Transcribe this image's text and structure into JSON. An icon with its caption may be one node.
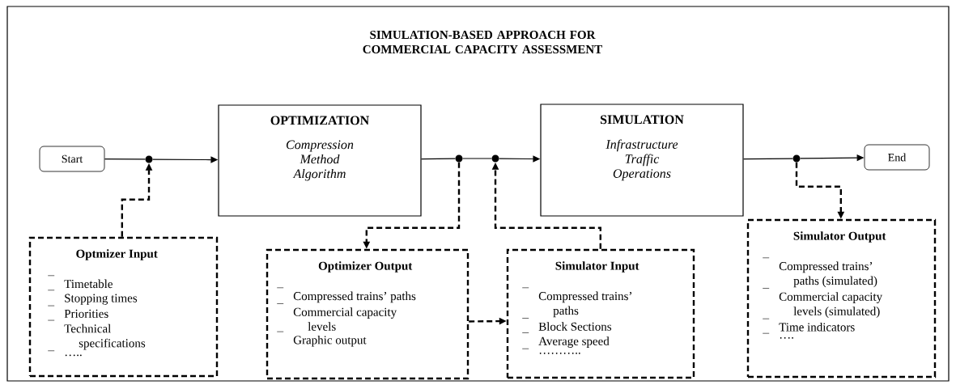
{
  "diagram": {
    "title": "SIMULATION-BASED APPROACH FOR COMMERCIAL CAPACITY ASSESSMENT",
    "nodes": [
      {
        "text": [
          "Start"
        ]
      },
      {
        "text": [
          "OPTIMIZATION",
          "Compression Method Algorithm"
        ]
      },
      {
        "text": [
          "SIMULATION",
          "Infrastructure Traffic Operations"
        ]
      },
      {
        "text": [
          "End"
        ]
      },
      {
        "text": [
          "Optmizer Input",
          "Timetable",
          "Stopping times",
          "Priorities",
          "Technical specifications",
          "….."
        ]
      },
      {
        "text": [
          "Optimizer Output",
          "Compressed trains’ paths",
          "Commercial capacity levels",
          "Graphic output"
        ]
      },
      {
        "text": [
          "Simulator Input",
          "Compressed trains’ paths",
          "Block Sections",
          "Average speed",
          "……….."
        ]
      },
      {
        "text": [
          "Simulator Output",
          "Compressed trains’ paths (simulated)",
          "Commercial capacity levels (simulated)",
          "Time indicators",
          "…."
        ]
      },
      {
        "text": [],
        "shape": "circle"
      },
      {
        "text": [],
        "shape": "circle"
      },
      {
        "text": [],
        "shape": "circle"
      },
      {
        "text": [],
        "shape": "circle"
      }
    ],
    "edges": [
      {
        "from": 0,
        "to": 8,
        "arrow": "none"
      },
      {
        "from": 8,
        "to": 1,
        "arrow": "to"
      },
      {
        "from": 4,
        "to": 8,
        "arrow": "to",
        "style": "dashed"
      },
      {
        "from": 1,
        "to": 9,
        "arrow": "none"
      },
      {
        "from": 9,
        "to": 10,
        "arrow": "none"
      },
      {
        "from": 10,
        "to": 2,
        "arrow": "to"
      },
      {
        "from": 9,
        "to": 5,
        "arrow": "to",
        "style": "dashed"
      },
      {
        "from": 6,
        "to": 10,
        "arrow": "to",
        "style": "dashed"
      },
      {
        "from": 5,
        "to": 6,
        "arrow": "to",
        "style": "dashed"
      },
      {
        "from": 2,
        "to": 11,
        "arrow": "none"
      },
      {
        "from": 11,
        "to": 3,
        "arrow": "to"
      },
      {
        "from": 11,
        "to": 7,
        "arrow": "to",
        "style": "dashed"
      }
    ]
  }
}
